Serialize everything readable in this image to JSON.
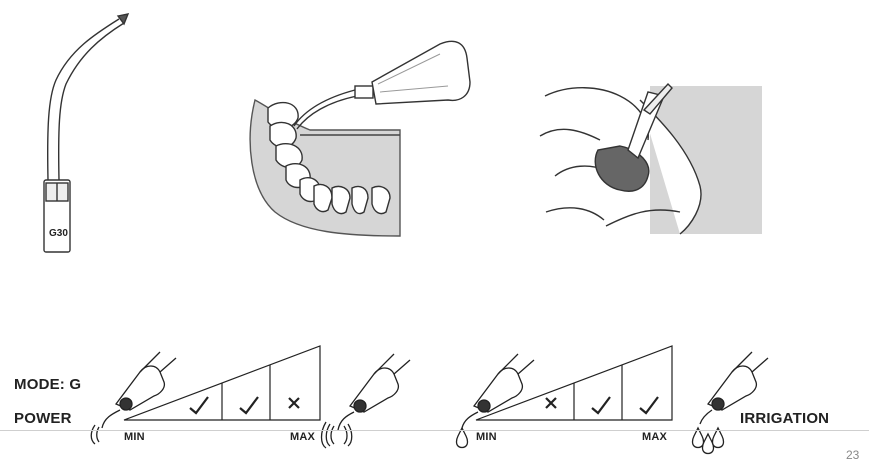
{
  "tip_label": "G30",
  "mode_label": "MODE: G",
  "power_label": "POWER",
  "irrigation_label": "IRRIGATION",
  "power_scale": {
    "min_label": "MIN",
    "max_label": "MAX",
    "levels": [
      "check",
      "check",
      "cross"
    ]
  },
  "irrigation_scale": {
    "min_label": "MIN",
    "max_label": "MAX",
    "levels": [
      "cross",
      "check",
      "check"
    ]
  },
  "page_number": "23"
}
